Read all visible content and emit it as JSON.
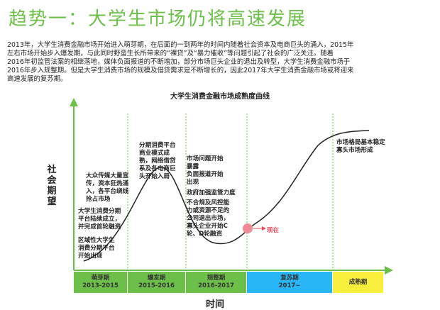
{
  "title": "趋势一：大学生市场仍将高速发展",
  "paragraph": [
    "2013年，大学生消费金融市场开始进入萌芽期，在后面的一到两年的时间内随着社会资本及电商巨头的涌入，2015年",
    "左右市场开始步入爆发期，与此同时野蛮生长所带来的“裸贷”及“暴力催收”等问题引起了社会的广泛关注。随着",
    "2016年初监管法案的相继落地，媒体负面报道的不断增加，部分市场巨头企业的退出及转型，大学生消费金融市场于",
    "2016年步入规整期。但是大学生消费市场的规模及借贷需求是不断增长的，因此2017年大学生消费金融市场或将迎来",
    "高速发展的复苏期。"
  ],
  "chart": {
    "title": "大学生消费金融市场成熟度曲线",
    "ylabel": "社会期望",
    "xlabel": "时间",
    "now_label": "现在",
    "annotations": {
      "early1": "区域性大学生\n消费分期平台\n开始出现",
      "early2": "大学生消费分期\n平台陆续成立，\n并完成首轮融资",
      "boom1": "大众传媒大量宣\n传，资本狂热涌\n入，各平台绕线\n抢占市场",
      "boom2": "分期消费平台\n商业模式成\n熟，网络借贷\n系及各电商巨\n头开始入局",
      "norm1": "市场问题开始\n暴露\n负面报道开始\n出现",
      "norm2": "政府加强监管力度",
      "norm3": "不合规及风控能\n力或资源不足的\n公司退出市场，\n寡头企业开始C\n轮、D轮融资",
      "mature": "市场格局基本稳定\n寡头市场形成"
    },
    "phases": [
      {
        "name": "萌芽期",
        "years": "2013-2015",
        "color": "#6cc04a"
      },
      {
        "name": "爆发期",
        "years": "2015-2016",
        "color": "#6cc04a"
      },
      {
        "name": "规整期",
        "years": "2016-2017",
        "color": "#6cc04a"
      },
      {
        "name": "复苏期",
        "years": "2017~",
        "color": "#29b6f6"
      },
      {
        "name": "成熟期",
        "years": "",
        "color": "#f7ef3c"
      }
    ],
    "colors": {
      "axis": "#6cc04a",
      "curve": "#222222",
      "now": "#f08a95",
      "guides": "#6cc04a"
    }
  }
}
